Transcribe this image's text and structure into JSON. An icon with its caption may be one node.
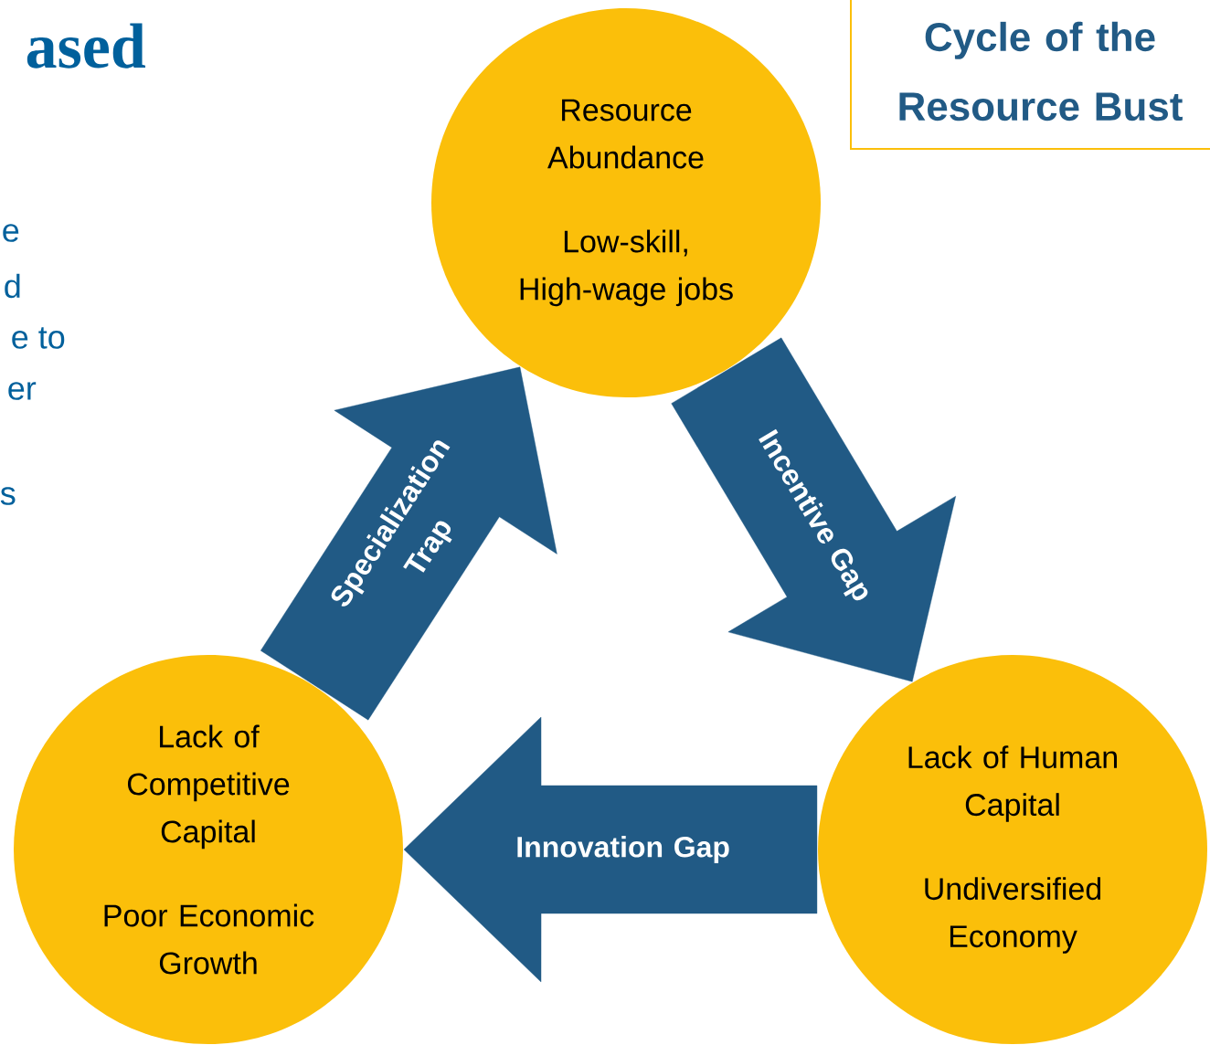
{
  "diagram": {
    "title": "Cycle of the Resource Bust",
    "nodes": [
      {
        "text": [
          "Resource Abundance",
          "Low-skill, High-wage jobs"
        ]
      },
      {
        "text": [
          "Lack of Human Capital",
          "Undiversified Economy"
        ]
      },
      {
        "text": [
          "Lack of Competitive Capital",
          "Poor Economic Growth"
        ]
      }
    ],
    "edges": [
      {
        "from": 0,
        "to": 1,
        "arrow": "to",
        "label": "Incentive Gap"
      },
      {
        "from": 1,
        "to": 2,
        "arrow": "to",
        "label": "Innovation Gap"
      },
      {
        "from": 2,
        "to": 0,
        "arrow": "to",
        "label": "Specialization Trap"
      }
    ],
    "labels": [
      "ased",
      "e",
      "d",
      "e to",
      "er",
      "s"
    ]
  }
}
